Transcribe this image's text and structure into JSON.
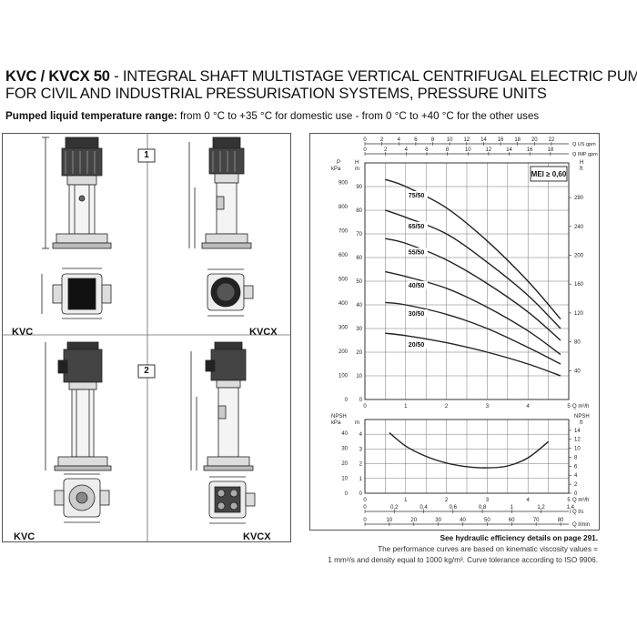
{
  "header": {
    "model": "KVC / KVCX 50",
    "dash": " - ",
    "title_rest": "INTEGRAL SHAFT MULTISTAGE VERTICAL CENTRIFUGAL ELECTRIC PUMPS",
    "subtitle": "FOR CIVIL AND INDUSTRIAL PRESSURISATION SYSTEMS, PRESSURE UNITS",
    "temp_label": "Pumped liquid temperature range:",
    "temp_text": " from 0 °C to +35 °C for domestic use - from 0 °C to +40 °C for the other uses"
  },
  "drawings": {
    "box1": "1",
    "box2": "2",
    "kvc_top": "KVC",
    "kvcx_top": "KVCX",
    "kvc_bottom": "KVC",
    "kvcx_bottom": "KVCX"
  },
  "chart_data": [
    {
      "type": "line",
      "title": "",
      "mei_label": "MEI ≥ 0,60",
      "xlabel": "Q m³/h",
      "ylabel_left": "P kPa",
      "ylabel_right": "H ft",
      "ylabel_inner": "H m",
      "top_axes": [
        {
          "label": "Q US gpm",
          "ticks": [
            "0",
            "2",
            "4",
            "6",
            "8",
            "10",
            "12",
            "14",
            "16",
            "18",
            "20",
            "22"
          ]
        },
        {
          "label": "Q IMP gpm",
          "ticks": [
            "0",
            "2",
            "4",
            "6",
            "8",
            "10",
            "12",
            "14",
            "16",
            "18"
          ]
        }
      ],
      "x_ticks": [
        "0",
        "1",
        "2",
        "3",
        "4",
        "5"
      ],
      "xlim": [
        0,
        5
      ],
      "kpa_ticks": [
        "0",
        "100",
        "200",
        "300",
        "400",
        "500",
        "600",
        "700",
        "800",
        "900"
      ],
      "m_ticks": [
        "0",
        "10",
        "20",
        "30",
        "40",
        "50",
        "60",
        "70",
        "80",
        "90"
      ],
      "ft_ticks": [
        "40",
        "80",
        "120",
        "160",
        "200",
        "240",
        "280"
      ],
      "ylim_m": [
        0,
        100
      ],
      "series": [
        {
          "name": "75/50",
          "x": [
            0.5,
            1,
            2,
            3,
            4,
            4.8
          ],
          "y": [
            93,
            90,
            81,
            67,
            50,
            34
          ]
        },
        {
          "name": "65/50",
          "x": [
            0.5,
            1,
            2,
            3,
            4,
            4.8
          ],
          "y": [
            80,
            77,
            70,
            58,
            44,
            30
          ]
        },
        {
          "name": "55/50",
          "x": [
            0.5,
            1,
            2,
            3,
            4,
            4.8
          ],
          "y": [
            68,
            66,
            59,
            49,
            37,
            25
          ]
        },
        {
          "name": "40/50",
          "x": [
            0.5,
            1,
            2,
            3,
            4,
            4.8
          ],
          "y": [
            54,
            52,
            47,
            39,
            29,
            19
          ]
        },
        {
          "name": "30/50",
          "x": [
            0.5,
            1,
            2,
            3,
            4,
            4.8
          ],
          "y": [
            41,
            40,
            36,
            30,
            22,
            15
          ]
        },
        {
          "name": "20/50",
          "x": [
            0.5,
            1,
            2,
            3,
            4,
            4.8
          ],
          "y": [
            28,
            27,
            24,
            20,
            15,
            10
          ]
        }
      ]
    },
    {
      "type": "line",
      "title": "",
      "xlabel": "Q m³/h",
      "ylabel_left": "NPSH kPa",
      "ylabel_inner": "m",
      "ylabel_right": "NPSH ft",
      "x_ticks": [
        "0",
        "1",
        "2",
        "3",
        "4",
        "5"
      ],
      "xlim": [
        0,
        5
      ],
      "kpa_ticks": [
        "0",
        "10",
        "20",
        "30",
        "40"
      ],
      "m_ticks": [
        "0",
        "1",
        "2",
        "3",
        "4"
      ],
      "ft_ticks": [
        "0",
        "2",
        "4",
        "6",
        "8",
        "10",
        "12",
        "14"
      ],
      "ylim_m": [
        0,
        5
      ],
      "second_axes": [
        {
          "label": "Q l/s",
          "ticks": [
            "0",
            "0,2",
            "0,4",
            "0,6",
            "0,8",
            "1",
            "1,2",
            "1,4"
          ]
        },
        {
          "label": "Q l/min",
          "ticks": [
            "0",
            "10",
            "20",
            "30",
            "40",
            "50",
            "60",
            "70",
            "80"
          ]
        }
      ],
      "series": [
        {
          "name": "NPSH",
          "x": [
            0.6,
            1,
            1.5,
            2,
            2.5,
            3,
            3.5,
            4,
            4.5
          ],
          "y": [
            4.1,
            3.2,
            2.5,
            2.05,
            1.8,
            1.72,
            1.85,
            2.4,
            3.5
          ]
        }
      ]
    }
  ],
  "notes": {
    "line1": "See hydraulic efficiency details on page 291.",
    "line2": "The performance curves are based on kinematic viscosity values =",
    "line3": "1 mm²/s and density equal to 1000 kg/m³. Curve tolerance according to ISO 9906."
  }
}
